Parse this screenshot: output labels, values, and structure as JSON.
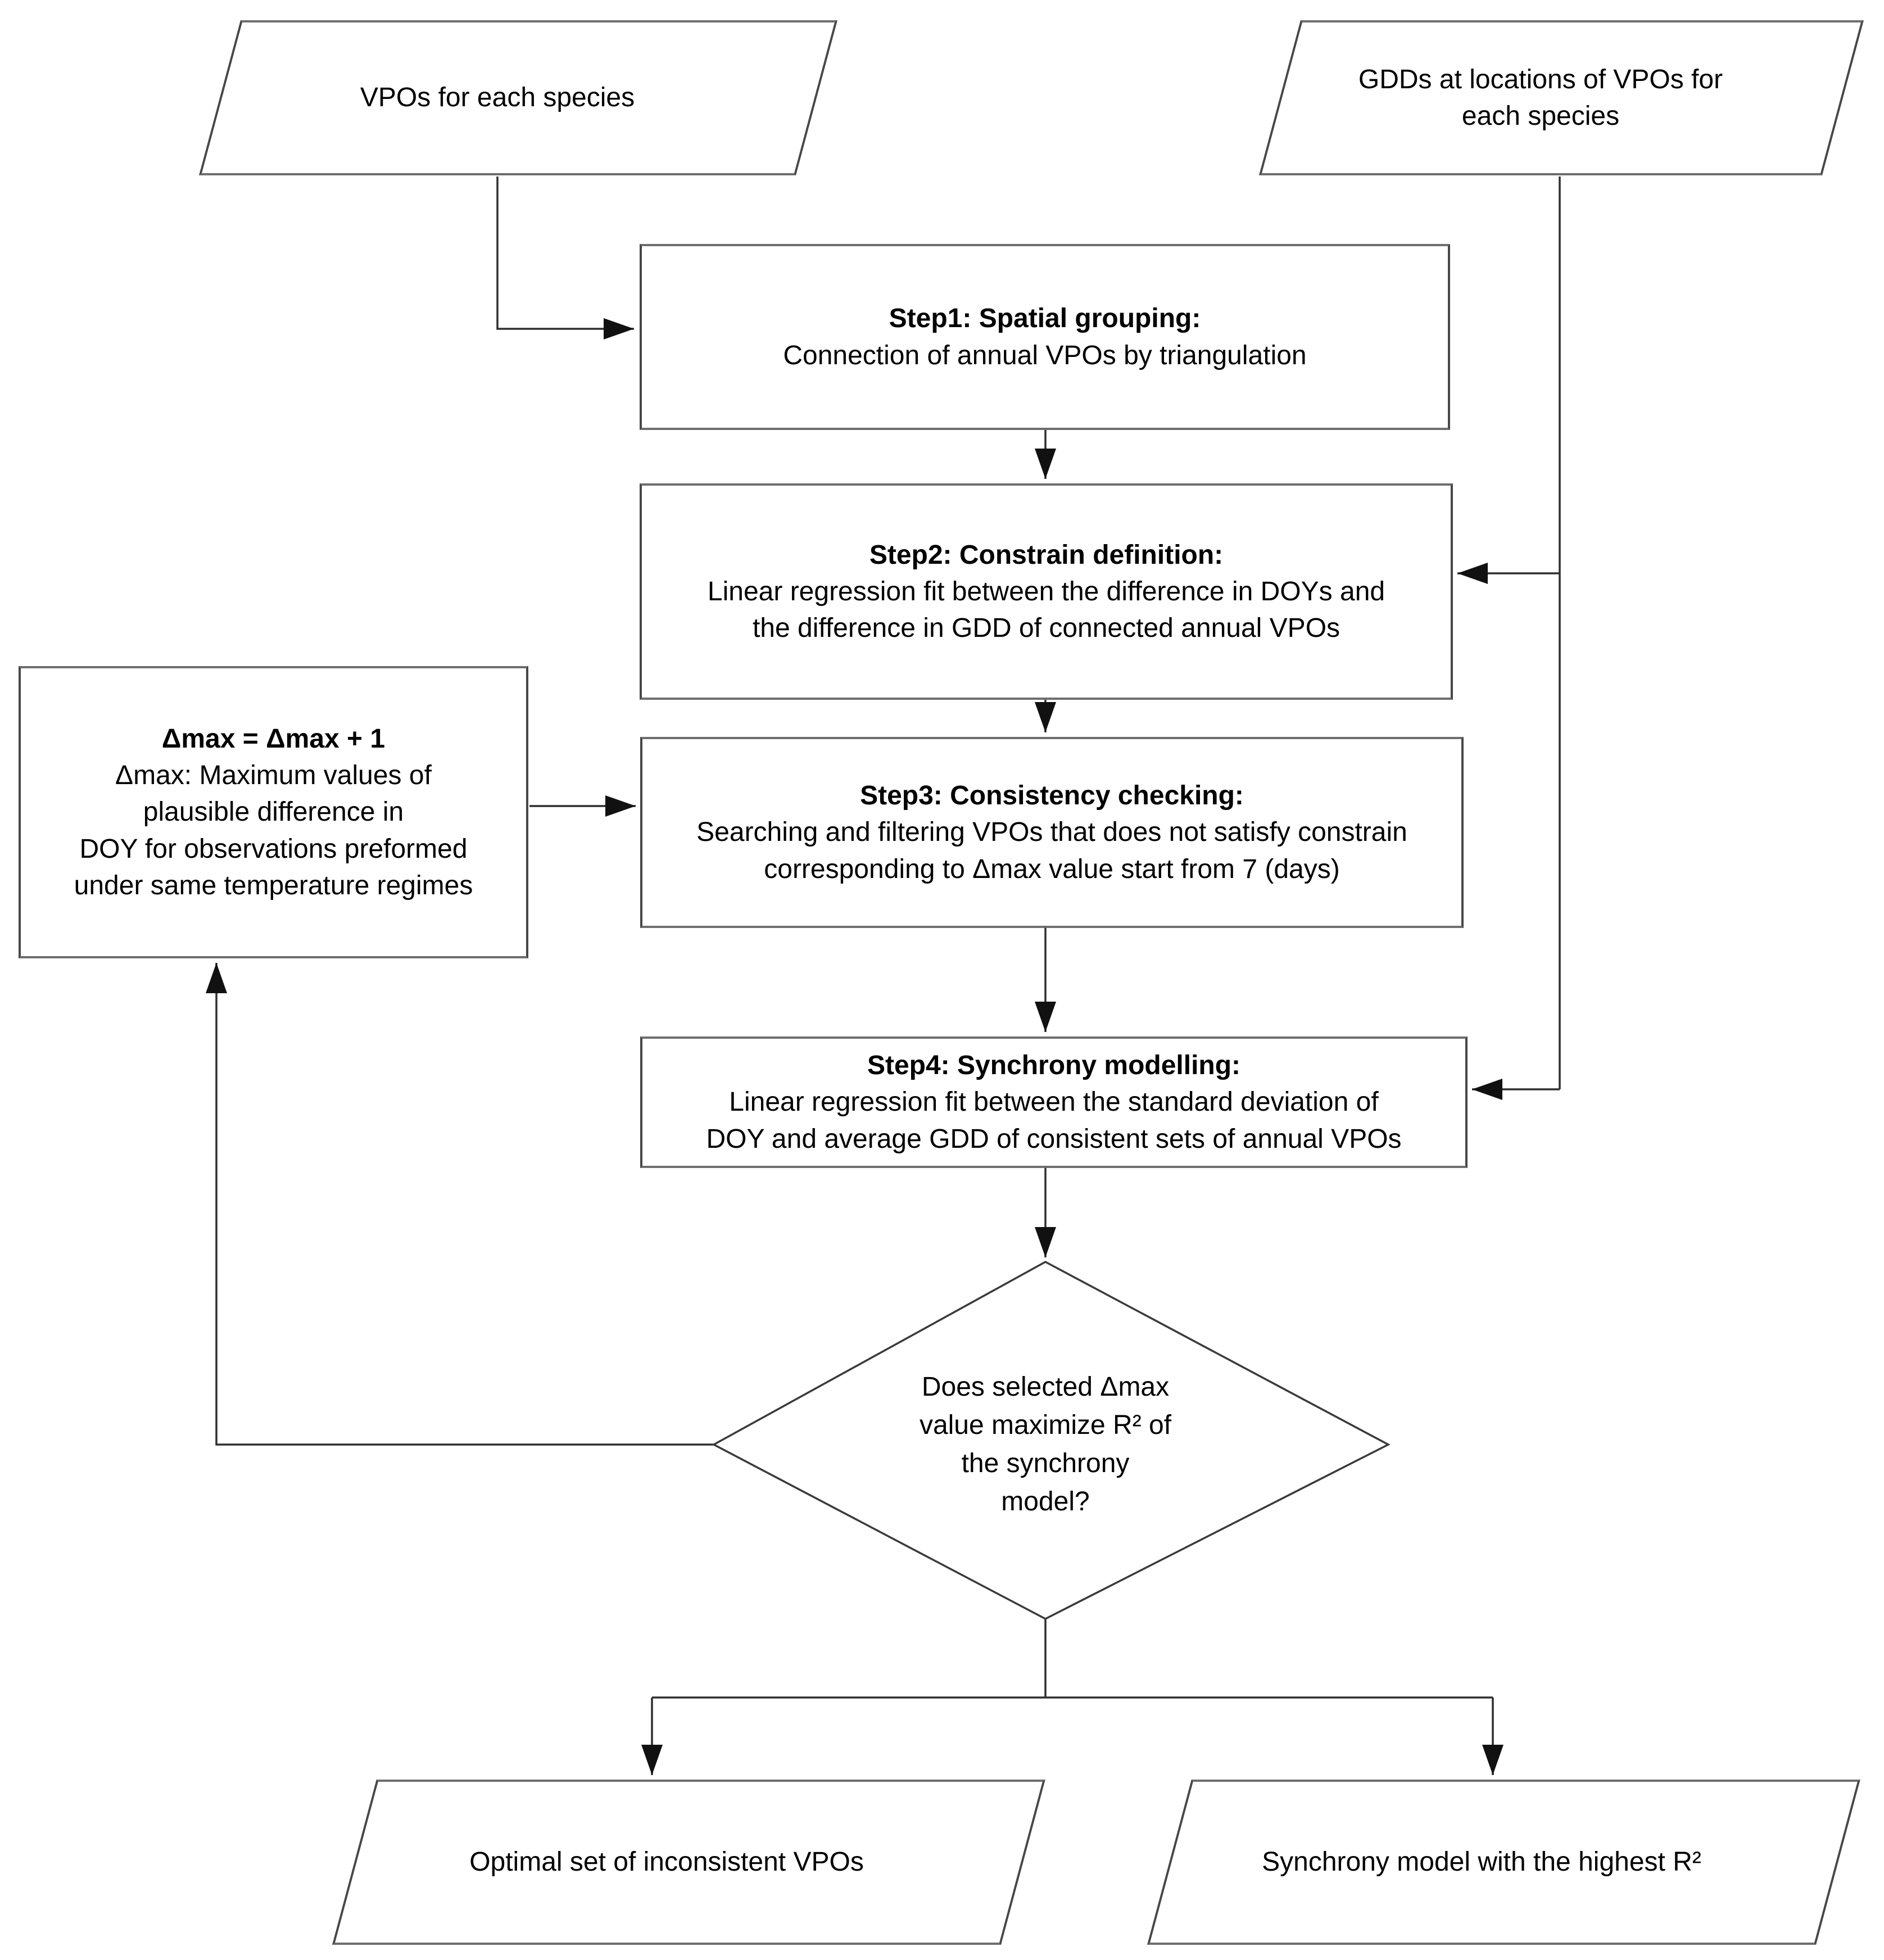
{
  "figure": {
    "type": "flowchart",
    "background_color": "#ffffff",
    "line_color": "#2e2e2e",
    "node_border_color": "#474747",
    "text_color": "#000000"
  },
  "inputs": {
    "vpos": "VPOs for each species",
    "gdds": "GDDs at locations of VPOs for\neach species"
  },
  "steps": [
    {
      "title": "Step1: Spatial grouping:",
      "body": "Connection of annual VPOs by triangulation"
    },
    {
      "title": "Step2: Constrain definition:",
      "body": "Linear regression fit between the difference in DOYs and\nthe difference in GDD of connected annual VPOs"
    },
    {
      "title": "Step3: Consistency checking:",
      "body": "Searching and filtering VPOs that does not satisfy constrain\ncorresponding to Δmax value start from 7 (days)"
    },
    {
      "title": "Step4: Synchrony modelling:",
      "body": "Linear regression fit between the standard deviation of\nDOY and average GDD of consistent sets of annual VPOs"
    }
  ],
  "loop_box": {
    "title": "Δmax = Δmax + 1",
    "body": "Δmax: Maximum values of\nplausible difference in\nDOY for observations preformed\nunder same temperature regimes"
  },
  "decision": {
    "question": "Does selected Δmax\nvalue maximize R² of\nthe synchrony\nmodel?"
  },
  "outputs": {
    "inconsistent": "Optimal set of inconsistent VPOs",
    "synchrony": "Synchrony model with the highest R²"
  }
}
